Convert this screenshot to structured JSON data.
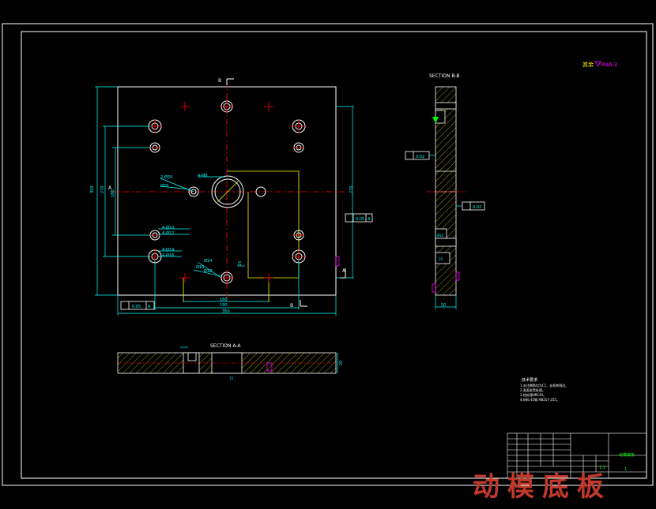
{
  "drawing": {
    "section_bb_label": "SECTION B-B",
    "section_aa_label": "SECTION A-A",
    "surface_note": "其余",
    "surface_value": "Ra6.3",
    "cut_marker_b": "B",
    "cut_marker_a": "A",
    "datum_a": "A",
    "dims": {
      "total_width": "350",
      "height": "350",
      "vertical_pitch_1": "270",
      "vertical_pitch_2": "180",
      "horiz_pitch_1": "190",
      "horiz_pitch_2": "180",
      "section_thickness": "20",
      "thickness_b": "50",
      "dia_center": "Ø18",
      "dia_small": "Ø10",
      "depth": "15",
      "bottom_mid": "15",
      "seat": "Ø14"
    },
    "tolerances": {
      "flatness_left": "0.05",
      "flatness_right": "0.05",
      "parallel": "0.02"
    },
    "hole_labels": [
      "4-Ø10",
      "4-Ø12",
      "4-Ø14",
      "4-Ø16",
      "Ø14",
      "2-Ø20",
      "Ø20",
      "4-M8"
    ]
  },
  "notes": {
    "title": "技术要求",
    "lines": [
      "1.未注倒角均为C1，去毛刺锐边。",
      "2.表面发黑处理。",
      "3.热处理HRC45。",
      "4.材料 45钢 HB217-255。"
    ]
  },
  "title_block": {
    "part_name": "动模底板",
    "scale": "1:1",
    "sheet": "1"
  },
  "watermark": {
    "text": "动模底板"
  },
  "colors": {
    "background": "#000000",
    "outline": "#ffffff",
    "center_line": "#ff0000",
    "dimension": "#00ffff",
    "annotation": "#ffff00",
    "hatch": "#ffff00",
    "datum": "#00ff00",
    "special": "#ff00ff",
    "watermark": "#c0392b"
  }
}
